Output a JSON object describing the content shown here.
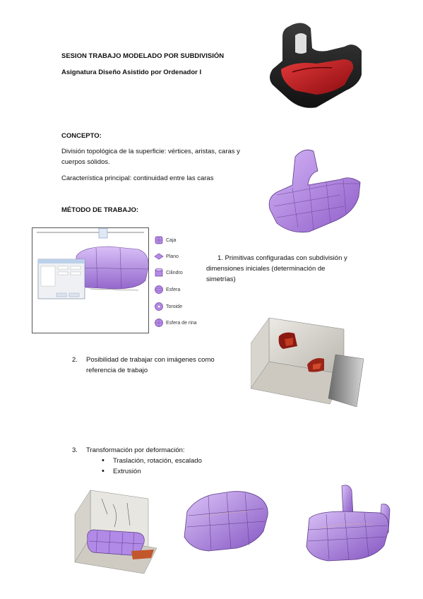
{
  "header": {
    "title": "SESION TRABAJO MODELADO POR SUBDIVISIÓN",
    "subject": "Asignatura Diseño Asistido por Ordenador I"
  },
  "concept": {
    "heading": "CONCEPTO:",
    "p1_line1": "División topológica de la superficie: vértices, aristas, caras y",
    "p1_line2": "cuerpos sólidos.",
    "p2": "Característica principal: continuidad entre las caras"
  },
  "method": {
    "heading": "MÉTODO DE TRABAJO:",
    "step1_line1": "1.    Primitivas configuradas con subdivisión y",
    "step1_line2": "dimensiones iniciales (determinación de",
    "step1_line3": "simetrías)",
    "step2_num": "2.",
    "step2_line1": "Posibilidad de trabajar con imágenes como",
    "step2_line2": "referencia de trabajo",
    "step3_num": "3.",
    "step3_title": "Transformación por deformación:",
    "step3_bullets": [
      "Traslación, rotación, escalado",
      "Extrusión"
    ]
  },
  "primitives": [
    {
      "label": "Caja",
      "icon": "box-icon"
    },
    {
      "label": "Plano",
      "icon": "plane-icon"
    },
    {
      "label": "Cilindro",
      "icon": "cylinder-icon"
    },
    {
      "label": "Esfera",
      "icon": "sphere-icon"
    },
    {
      "label": "Toroide",
      "icon": "torus-icon"
    },
    {
      "label": "Esfera de rina",
      "icon": "quadball-icon"
    }
  ],
  "colors": {
    "purple": "#b689e8",
    "purple_dark": "#7a4bb0",
    "red": "#c8141c",
    "dark": "#1e1e1e"
  }
}
